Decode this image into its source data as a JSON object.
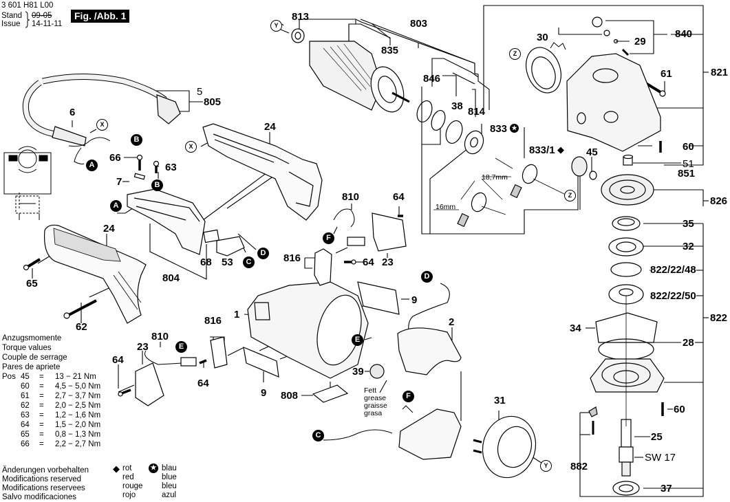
{
  "header": {
    "doc_number": "3 601 H81 L00",
    "stand_label": "Stand",
    "issue_label": "Issue",
    "old_date": "09-05",
    "issue_date": "14-11-11",
    "figure_label": "Fig. /Abb. 1"
  },
  "torque": {
    "titles": [
      "Anzugsmomente",
      "Torque values",
      "Couple de serrage",
      "Pares de apriete"
    ],
    "pos_label": "Pos",
    "rows": [
      {
        "pos": "45",
        "eq": "=",
        "value": "13  − 21 Nm"
      },
      {
        "pos": "60",
        "eq": "=",
        "value": "4,5 − 5,0 Nm"
      },
      {
        "pos": "61",
        "eq": "=",
        "value": "2,7 − 3,7 Nm"
      },
      {
        "pos": "62",
        "eq": "=",
        "value": "2,0 − 2,5 Nm"
      },
      {
        "pos": "63",
        "eq": "=",
        "value": "1,2 − 1,6 Nm"
      },
      {
        "pos": "64",
        "eq": "=",
        "value": "1,5 − 2,0 Nm"
      },
      {
        "pos": "65",
        "eq": "=",
        "value": "0,8 − 1,3 Nm"
      },
      {
        "pos": "66",
        "eq": "=",
        "value": "2,2 − 2,7 Nm"
      }
    ]
  },
  "footer": {
    "modifications": [
      "Änderungen vorbehalten",
      "Modifications reserved",
      "Modifications reservees",
      "Salvo modificaciones"
    ],
    "legend_red": {
      "symbol": "◆",
      "labels": [
        "rot",
        "red",
        "rouge",
        "rojo"
      ]
    },
    "legend_blue": {
      "symbol": "✪",
      "labels": [
        "blau",
        "blue",
        "bleu",
        "azul"
      ]
    }
  },
  "grease_note": [
    "Fett",
    "grease",
    "graisse",
    "grasa"
  ],
  "dimensions": {
    "d1": "18,7mm",
    "d2": "16mm"
  },
  "connectors": [
    "A",
    "B",
    "C",
    "D",
    "E",
    "F"
  ],
  "markers": [
    "X",
    "Y",
    "Z"
  ],
  "parts": {
    "p813": "813",
    "p803": "803",
    "p835": "835",
    "p846": "846",
    "p38": "38",
    "p814": "814",
    "p833": "833",
    "p833_1": "833/1",
    "p30": "30",
    "p840": "840",
    "p29": "29",
    "p821": "821",
    "p61": "61",
    "p60a": "60",
    "p51": "51",
    "p851": "851",
    "p45": "45",
    "p826": "826",
    "p35": "35",
    "p32": "32",
    "p822_22_48": "822/22/48",
    "p822_22_50": "822/22/50",
    "p822": "822",
    "p34": "34",
    "p28": "28",
    "p60b": "60",
    "p25": "25",
    "sw17": "SW 17",
    "p882": "882",
    "p37": "37",
    "p5": "5",
    "p805": "805",
    "p6": "6",
    "p24a": "24",
    "p66": "66",
    "p63": "63",
    "p7": "7",
    "p24b": "24",
    "p65": "65",
    "p62": "62",
    "p68": "68",
    "p53": "53",
    "p804": "804",
    "p810a": "810",
    "p64a": "64",
    "p816a": "816",
    "p64b": "64",
    "p23a": "23",
    "p9a": "9",
    "p2": "2",
    "p1": "1",
    "p816b": "816",
    "p810b": "810",
    "p23b": "23",
    "p64c": "64",
    "p64d": "64",
    "p9b": "9",
    "p808": "808",
    "p39": "39",
    "p31": "31"
  }
}
